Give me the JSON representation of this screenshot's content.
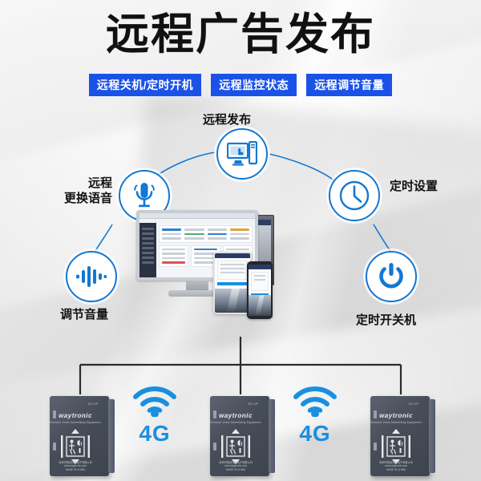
{
  "poster": {
    "title": "远程广告发布",
    "badges": [
      {
        "label": "远程关机/定时开机",
        "name": "badge-remote-power"
      },
      {
        "label": "远程监控状态",
        "name": "badge-remote-monitor"
      },
      {
        "label": "远程调节音量",
        "name": "badge-remote-volume"
      }
    ],
    "accent_blue": "#1a52e8",
    "icon_blue": "#1278d4",
    "wifi_blue": "#1a8fe0",
    "background": "#e9e9e9"
  },
  "nodes": [
    {
      "id": "publish",
      "label": "远程发布",
      "icon": "desktop-pc-icon",
      "label_pos": "top"
    },
    {
      "id": "voice",
      "label_line1": "远程",
      "label_line2": "更换语音",
      "label": "远程更换语音",
      "icon": "microphone-icon",
      "label_pos": "left"
    },
    {
      "id": "volume",
      "label": "调节音量",
      "icon": "sound-wave-icon",
      "label_pos": "bottom"
    },
    {
      "id": "schedule",
      "label": "定时设置",
      "icon": "clock-icon",
      "label_pos": "right"
    },
    {
      "id": "power",
      "label": "定时开关机",
      "icon": "power-icon",
      "label_pos": "bottom"
    }
  ],
  "devices": [
    {
      "brand": "waytronic",
      "subtitle": "Elevator Voice Advertising Equipment",
      "code": "WT-LVP",
      "footer_cn": "深圳市唯创知音电子有限公司",
      "footer_url": "www.waytronic.com",
      "footer_made": "MADE IN CHINA"
    },
    {
      "brand": "waytronic",
      "subtitle": "Elevator Voice Advertising Equipment",
      "code": "WT-LVP",
      "footer_cn": "深圳市唯创知音电子有限公司",
      "footer_url": "www.waytronic.com",
      "footer_made": "MADE IN CHINA"
    },
    {
      "brand": "waytronic",
      "subtitle": "Elevator Voice Advertising Equipment",
      "code": "WT-LVP",
      "footer_cn": "深圳市唯创知音电子有限公司",
      "footer_url": "www.waytronic.com",
      "footer_made": "MADE IN CHINA"
    }
  ],
  "wifi": [
    {
      "label": "4G",
      "name": "wifi-4g-left"
    },
    {
      "label": "4G",
      "name": "wifi-4g-right"
    }
  ]
}
